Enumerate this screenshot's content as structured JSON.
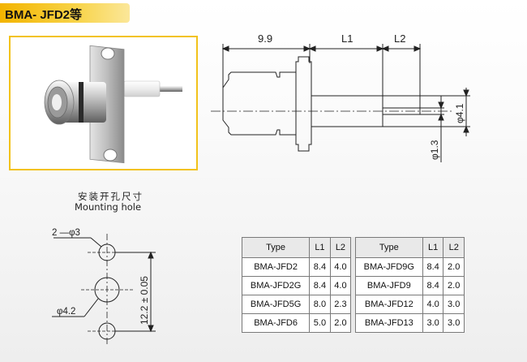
{
  "title": "BMA- JFD2等",
  "mounting": {
    "title_cn": "安装开孔尺寸",
    "title_en": "Mounting hole",
    "label_holes": "2 —φ3",
    "label_center": "φ4.2",
    "label_spacing": "12.2 ± 0.05"
  },
  "drawing": {
    "dim_a": "9.9",
    "dim_l1": "L1",
    "dim_l2": "L2",
    "dim_d41": "φ4.1",
    "dim_d13": "φ1.3"
  },
  "table": {
    "headers": [
      "Type",
      "L1",
      "L2",
      "Type",
      "L1",
      "L2"
    ],
    "rows": [
      [
        "BMA-JFD2",
        "8.4",
        "4.0",
        "BMA-JFD9G",
        "8.4",
        "2.0"
      ],
      [
        "BMA-JFD2G",
        "8.4",
        "4.0",
        "BMA-JFD9",
        "8.4",
        "2.0"
      ],
      [
        "BMA-JFD5G",
        "8.0",
        "2.3",
        "BMA-JFD12",
        "4.0",
        "3.0"
      ],
      [
        "BMA-JFD6",
        "5.0",
        "2.0",
        "BMA-JFD13",
        "3.0",
        "3.0"
      ]
    ]
  },
  "colors": {
    "accent": "#f3b400",
    "frame": "#f2c21a"
  }
}
